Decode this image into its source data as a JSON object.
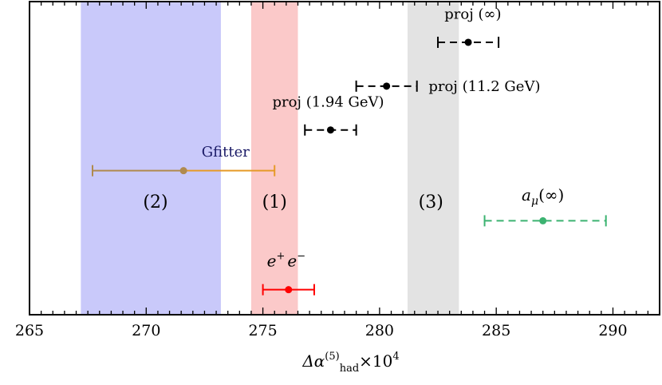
{
  "chart_data": {
    "type": "scatter",
    "xlabel": {
      "main": "Δα",
      "sup": "(5)",
      "sub": "had",
      "tail": "×10",
      "exp": "4"
    },
    "xlim": [
      265,
      292
    ],
    "ylim": [
      0,
      10
    ],
    "x_ticks": [
      265,
      270,
      275,
      280,
      285,
      290
    ],
    "x_minor_step": 0.5,
    "grid": false,
    "legend": "none",
    "bands": [
      {
        "label": "(2)",
        "x_min": 267.2,
        "x_max": 273.2,
        "color": "#c9c9fa",
        "label_x": 270.4,
        "label_y": 3.6
      },
      {
        "label": "(1)",
        "x_min": 274.5,
        "x_max": 276.5,
        "color": "#fbc9c9",
        "label_x": 275.5,
        "label_y": 3.6
      },
      {
        "label": "(3)",
        "x_min": 281.2,
        "x_max": 283.4,
        "color": "#e3e3e3",
        "label_x": 282.2,
        "label_y": 3.6
      }
    ],
    "points": [
      {
        "name": "proj (∞)",
        "x": 283.8,
        "x_low": 282.5,
        "x_high": 285.1,
        "y": 8.7,
        "color": "#000000",
        "dashed": true,
        "label_x": 284.0,
        "label_y": 9.6,
        "label_anchor": "middle"
      },
      {
        "name": "proj (11.2 GeV)",
        "x": 280.3,
        "x_low": 279.0,
        "x_high": 281.6,
        "y": 7.3,
        "color": "#000000",
        "dashed": true,
        "label_x": 282.1,
        "label_y": 7.3,
        "label_anchor": "start"
      },
      {
        "name": "proj (1.94 GeV)",
        "x": 277.9,
        "x_low": 276.8,
        "x_high": 279.0,
        "y": 5.9,
        "color": "#000000",
        "dashed": true,
        "label_x": 277.8,
        "label_y": 6.8,
        "label_anchor": "middle"
      },
      {
        "name": "Gfitter",
        "x": 271.6,
        "x_low": 267.7,
        "x_high": 275.5,
        "y": 4.6,
        "color": "#b08a4e",
        "color_right": "#e69a28",
        "dashed": false,
        "label_x": 273.4,
        "label_y": 5.2,
        "label_anchor": "middle",
        "label_color": "#1a1a66"
      },
      {
        "name": "aμ(∞)",
        "x": 287.0,
        "x_low": 284.5,
        "x_high": 289.7,
        "y": 3.0,
        "color": "#3cb371",
        "dashed": true,
        "label_x": 287.0,
        "label_y": 3.8,
        "label_anchor": "middle"
      },
      {
        "name": "e+e−",
        "x": 276.1,
        "x_low": 275.0,
        "x_high": 277.2,
        "y": 0.8,
        "color": "#ff0000",
        "dashed": false,
        "label_x": 276.0,
        "label_y": 1.7,
        "label_anchor": "middle"
      }
    ]
  }
}
